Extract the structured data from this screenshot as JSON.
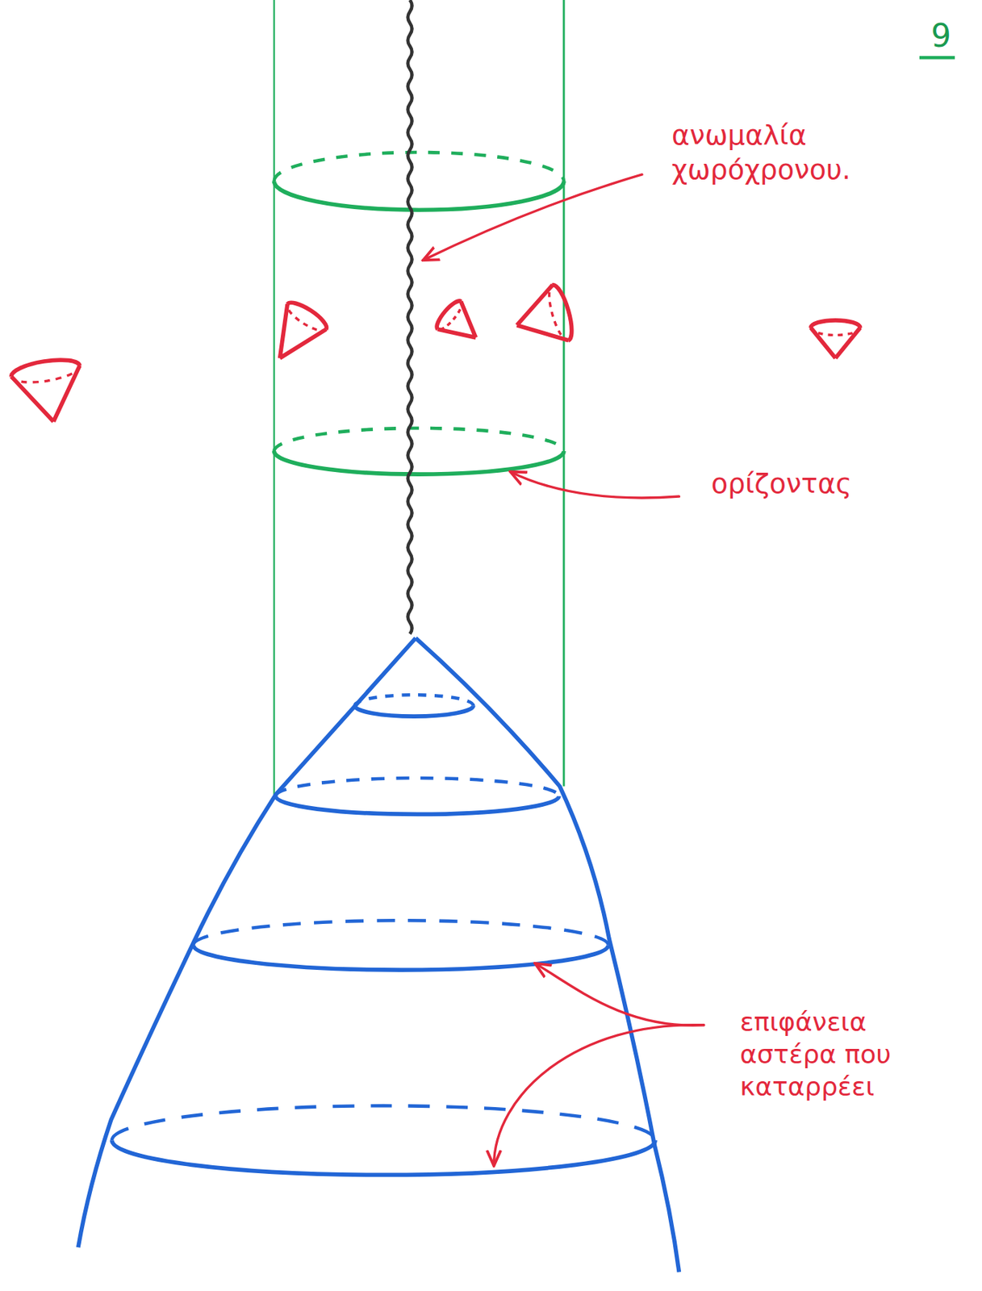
{
  "diagram": {
    "labels": [
      "9",
      "ανωμαλία χωρόχρονου.",
      "ορίζοντας",
      "επιφάνεια αστέρα που καταρρέει"
    ]
  }
}
